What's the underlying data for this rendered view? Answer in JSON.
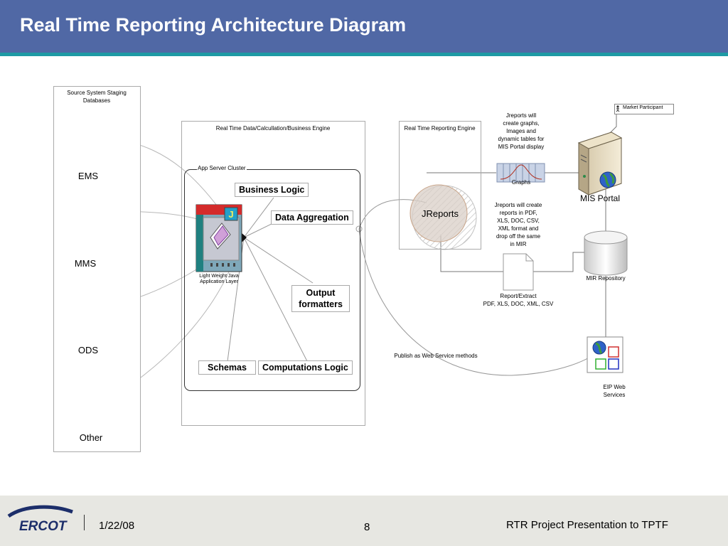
{
  "slide": {
    "title": "Real Time Reporting Architecture Diagram"
  },
  "source_panel": {
    "title": "Source System Staging Databases",
    "servers": [
      "EMS",
      "MMS",
      "ODS",
      "Other"
    ]
  },
  "engine_panel": {
    "title": "Real Time Data/Calcullation/Business Engine",
    "cluster_label": "App Server Cluster",
    "java_layer_label": "Light Weight Java Application Layer",
    "components": {
      "business_logic": "Business Logic",
      "data_aggregation": "Data Aggregation",
      "output_formatters": "Output formatters",
      "schemas": "Schemas",
      "computations_logic": "Computations Logic"
    }
  },
  "reporting_panel": {
    "title": "Real Time Reporting Engine",
    "jreports_label": "JReports"
  },
  "notes": {
    "graphs_note": "Jreports will create graphs, Images and dynamic tables for MIS Portal display",
    "reports_note": "Jreports will create reports in PDF, XLS, DOC, CSV, XML format and drop off the same in MIR",
    "graphs_label": "Graphs",
    "report_extract_label": "Report/Extract",
    "report_formats": "PDF, XLS, DOC, XML, CSV",
    "publish_label": "Publish as Web Service methods"
  },
  "right_side": {
    "market_participant": "Market Participant",
    "mis_portal": "MIS Portal",
    "mir_repository": "MIR Repository",
    "eip_web_services": "EIP Web Services"
  },
  "footer": {
    "logo_text": "ERCOT",
    "date": "1/22/08",
    "page_number": "8",
    "presentation": "RTR Project Presentation to TPTF"
  }
}
